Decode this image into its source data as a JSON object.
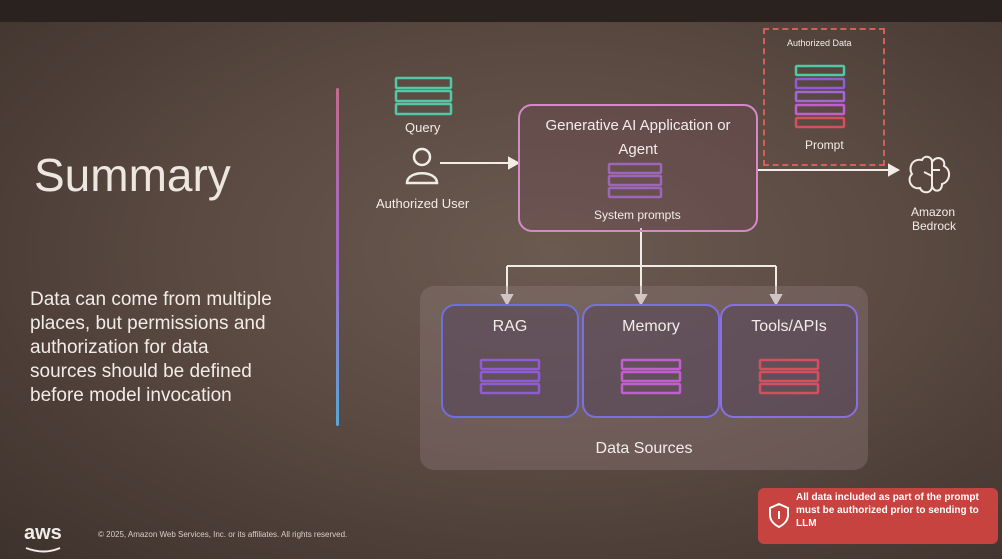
{
  "slide": {
    "title": "Summary",
    "summary_lines": [
      "Data can come from multiple",
      "places, but permissions and",
      "authorization for data",
      "sources should be defined",
      "before model invocation"
    ]
  },
  "diagram": {
    "query_label": "Query",
    "user_label": "Authorized User",
    "app_title_line1": "Generative AI Application or",
    "app_title_line2": "Agent",
    "system_prompts_label": "System prompts",
    "authorized_data_label": "Authorized Data",
    "prompt_label": "Prompt",
    "bedrock_line1": "Amazon",
    "bedrock_line2": "Bedrock",
    "data_sources_label": "Data Sources",
    "data_sources": [
      {
        "label": "RAG",
        "color": "#8f5bd6"
      },
      {
        "label": "Memory",
        "color": "#c25fd0"
      },
      {
        "label": "Tools/APIs",
        "color": "#d4505f"
      }
    ]
  },
  "callout": {
    "line1": "All data included as part of the prompt",
    "line2": "must be authorized prior to sending to",
    "line3": "LLM"
  },
  "footer": {
    "logo_text": "aws",
    "copyright": "© 2025, Amazon Web Services, Inc. or its affiliates. All rights reserved."
  },
  "colors": {
    "query_icon": "#52c8a6",
    "app_border": "#d58ac7",
    "auth_dash": "#d35f5b",
    "callout_bg": "#c7433f"
  },
  "icons": [
    "user-icon",
    "brain-icon",
    "shield-icon",
    "database-stack-icon"
  ]
}
